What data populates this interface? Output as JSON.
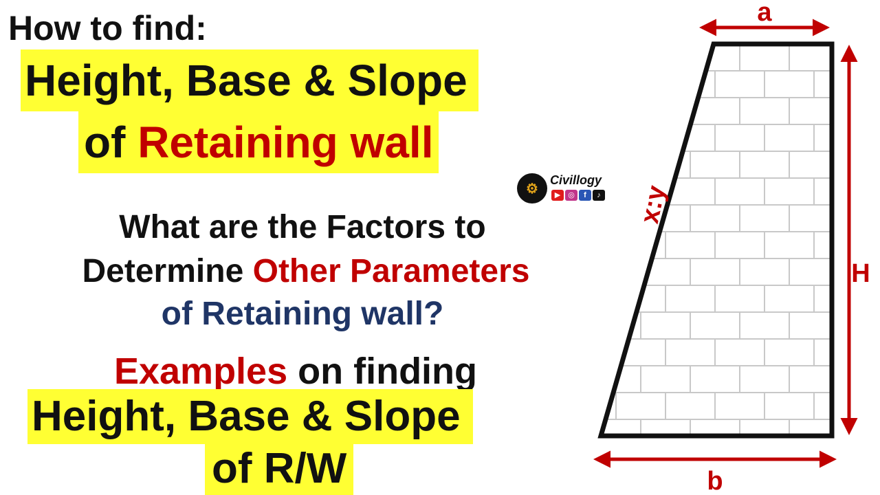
{
  "heading": {
    "how_to": "How to find:",
    "title_line1": "Height, Base & Slope",
    "title_line2_prefix": "of ",
    "title_line2_red": "Retaining wall"
  },
  "question": {
    "line1": "What are the Factors to",
    "line2_prefix": "Determine ",
    "line2_red": "Other Parameters",
    "line3": "of Retaining wall?"
  },
  "examples": {
    "line1_red": "Examples",
    "line1_rest": " on finding",
    "line2": "Height, Base & Slope",
    "line3": "of R/W"
  },
  "logo": {
    "name": "Civillogy",
    "icons": [
      "youtube-icon",
      "instagram-icon",
      "facebook-icon",
      "tiktok-icon"
    ]
  },
  "diagram": {
    "label_top": "a",
    "label_bottom": "b",
    "label_height": "H",
    "label_slope": "x:y"
  },
  "colors": {
    "highlight": "#ffff33",
    "accent_red": "#c00000",
    "navy": "#1f3566",
    "outline": "#111111"
  }
}
